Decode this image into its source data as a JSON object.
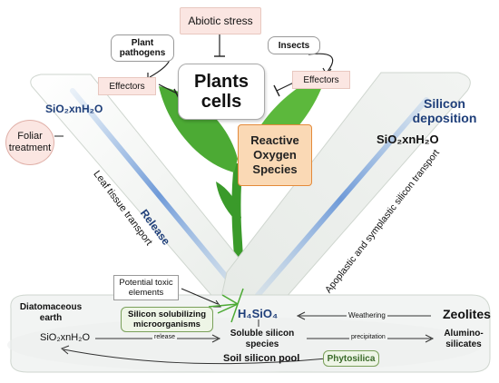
{
  "abiotic_stress": "Abiotic stress",
  "plant_pathogens": "Plant pathogens",
  "insects": "Insects",
  "effectors_left": "Effectors",
  "effectors_right": "Effectors",
  "plants_cells": "Plants cells",
  "ros": "Reactive Oxygen Species",
  "left_formula": "SiO₂xnH₂O",
  "foliar_treatment": "Foliar treatment",
  "release": "Release",
  "leaf_tissue_transport": "Leaf tissue transport",
  "silicon_deposition": "Silicon deposition",
  "right_formula": "SiO₂xnH₂O",
  "apoplastic_transport": "Apoplastic and symplastic silicon transport",
  "potential_toxic": "Potential toxic elements",
  "h4sio4": "H₄SiO₄",
  "diatomaceous_earth": "Diatomaceous earth",
  "silicon_solubilizing": "Silicon solubilizing microorganisms",
  "weathering": "Weathering",
  "zeolites": "Zeolites",
  "soil_formula": "SiO₂xnH₂O",
  "release_small": "release",
  "soluble_silicon": "Soluble silicon species",
  "precipitation": "precipitation",
  "aluminosilicates": "Alumino- silicates",
  "soil_silicon_pool": "Soil silicon pool",
  "phytosilica": "Phytosilica",
  "colors": {
    "stem_green": "#3a9a2a",
    "leaf_green": "#5cb83c",
    "ros_fill": "#fad9b5",
    "ros_border": "#e48a3a",
    "pink_box": "#fbe6e2",
    "light_green_border": "#7aa05a",
    "blue_text": "#1f3f7a"
  }
}
